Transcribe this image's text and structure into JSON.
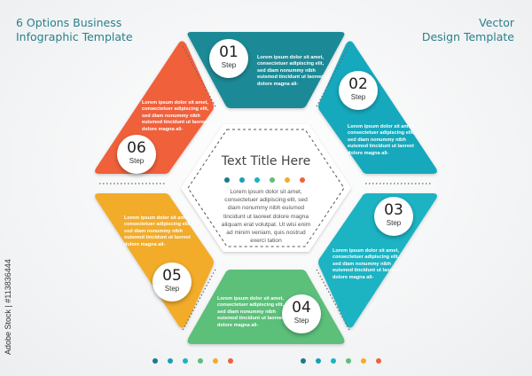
{
  "header": {
    "left_line1": "6 Options Business",
    "left_line2": "Infographic Template",
    "right_line1": "Vector",
    "right_line2": "Design Template"
  },
  "colors": {
    "step1": "#1a8a96",
    "step2": "#17a9bd",
    "step3": "#1ab3c3",
    "step4": "#5bbf7a",
    "step5": "#f2ac2c",
    "step6": "#f0613b",
    "title_text": "#2a7f8b"
  },
  "center": {
    "title": "Text Title Here",
    "body": "Lorem ipsum dolor sit amet, consectetuer adipiscing elit, sed diam nonummy nibh euismod tincidunt ut laoreet dolore magna aliquam erat volutpat. Ut wisi enim ad minim veniam, quis nostrud exerci tation",
    "dots": [
      "#1a7a8c",
      "#17a0b8",
      "#1ab3c3",
      "#5bbf7a",
      "#f2ac2c",
      "#f0613b"
    ]
  },
  "steps": [
    {
      "number": "01",
      "label": "Step",
      "text": "Lorem ipsum dolor sit amet, consectetuer adipiscing elit, sed diam nonummy nibh euismod tincidunt ut laoreet dolore magna ali-"
    },
    {
      "number": "02",
      "label": "Step",
      "text": "Lorem ipsum dolor sit amet, consectetuer adipiscing elit, sed diam nonummy nibh euismod tincidunt ut laoreet dolore magna ali-"
    },
    {
      "number": "03",
      "label": "Step",
      "text": "Lorem ipsum dolor sit amet, consectetuer adipiscing elit, sed diam nonummy nibh euismod tincidunt ut laoreet dolore magna ali-"
    },
    {
      "number": "04",
      "label": "Step",
      "text": "Lorem ipsum dolor sit amet, consectetuer adipiscing elit, sed diam nonummy nibh euismod tincidunt ut laoreet dolore magna ali-"
    },
    {
      "number": "05",
      "label": "Step",
      "text": "Lorem ipsum dolor sit amet, consectetuer adipiscing elit, sed diam nonummy nibh euismod tincidunt ut laoreet dolore magna ali-"
    },
    {
      "number": "06",
      "label": "Step",
      "text": "Lorem ipsum dolor sit amet, consectetuer adipiscing elit, sed diam nonummy nibh euismod tincidunt ut laoreet dolore magna ali-"
    }
  ],
  "footer": {
    "dots": [
      "#1a7a8c",
      "#17a0b8",
      "#1ab3c3",
      "#5bbf7a",
      "#f2ac2c",
      "#f0613b"
    ]
  },
  "watermark": "Adobe Stock | #113836444"
}
